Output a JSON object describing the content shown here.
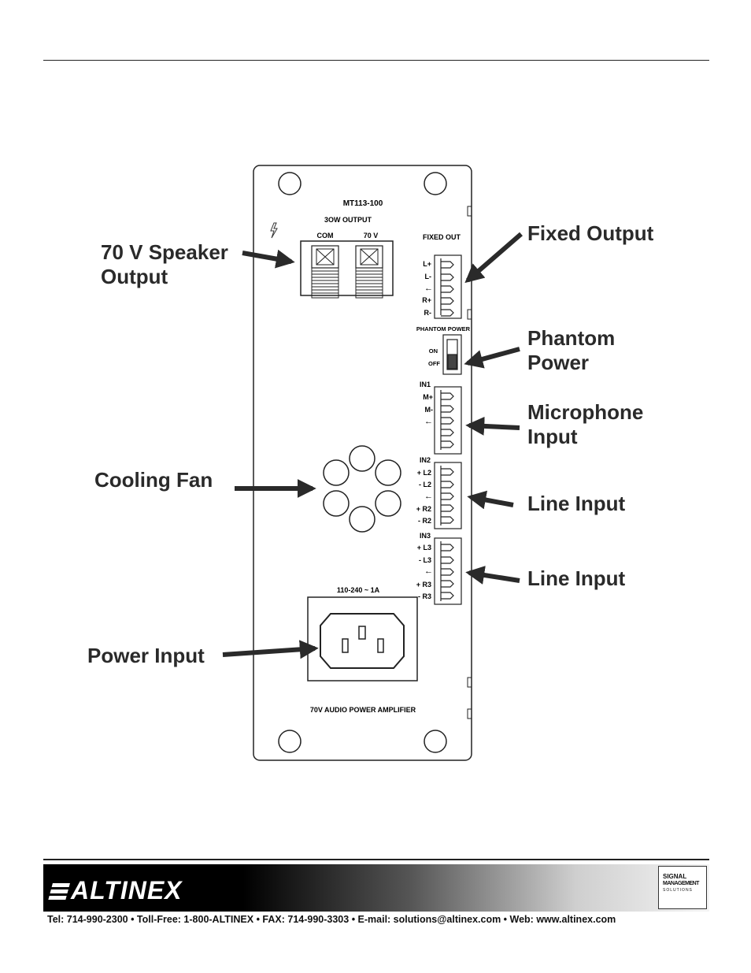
{
  "panel": {
    "model": "MT113-100",
    "output_rating": "3OW OUTPUT",
    "speaker_terminals": [
      "COM",
      "70 V"
    ],
    "fixed_out_label": "FIXED OUT",
    "fixed_out_pins": [
      "L+",
      "L-",
      "←",
      "R+",
      "R-"
    ],
    "phantom_label": "PHANTOM POWER",
    "phantom_on": "ON",
    "phantom_off": "OFF",
    "in1_label": "IN1",
    "in1_pins": [
      "M+",
      "M-",
      "←"
    ],
    "in2_label": "IN2",
    "in2_pins": [
      "+ L2",
      "- L2",
      "←",
      "+ R2",
      "- R2"
    ],
    "in3_label": "IN3",
    "in3_pins": [
      "+ L3",
      "- L3",
      "←",
      "+ R3",
      "- R3"
    ],
    "power_rating": "110-240 ~ 1A",
    "product_name": "70V AUDIO POWER AMPLIFIER"
  },
  "callouts": {
    "speaker_output": [
      "70 V Speaker",
      "Output"
    ],
    "fixed_output": "Fixed Output",
    "phantom_power": [
      "Phantom",
      "Power"
    ],
    "microphone_input": [
      "Microphone",
      "Input"
    ],
    "cooling_fan": "Cooling Fan",
    "line_input_1": "Line Input",
    "line_input_2": "Line Input",
    "power_input": "Power Input"
  },
  "footer": {
    "brand": "ALTINEX",
    "badge": [
      "SIGNAL",
      "MANAGEMENT",
      "SOLUTIONS"
    ],
    "contact": "Tel: 714-990-2300 • Toll-Free: 1-800-ALTINEX • FAX: 714-990-3303 • E-mail: solutions@altinex.com • Web: www.altinex.com"
  }
}
